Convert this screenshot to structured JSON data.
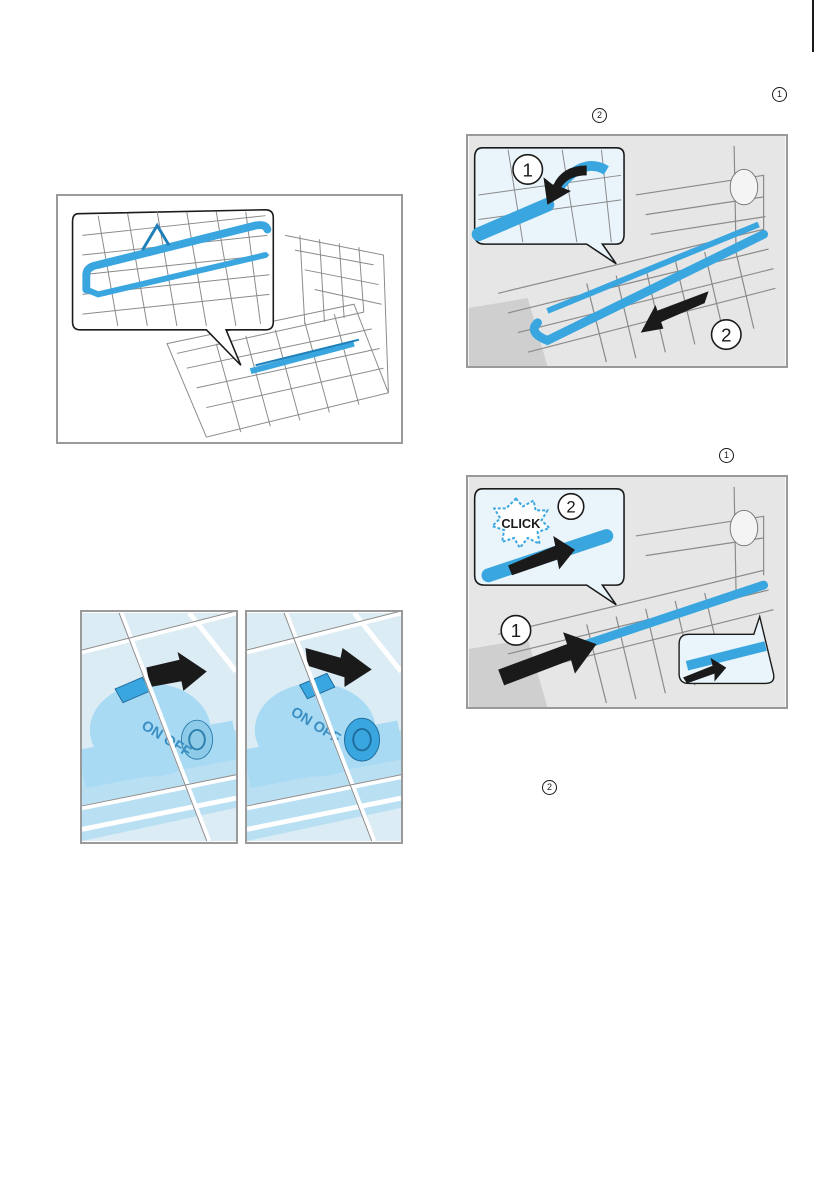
{
  "markers": {
    "m1": "1",
    "m2": "2",
    "m3": "1",
    "m4": "2"
  },
  "figures": {
    "remove": {
      "label1": "1",
      "label2": "2"
    },
    "insert": {
      "callout": "CLICK",
      "label1": "1",
      "label2": "2"
    },
    "switch": {
      "left_text": "ON OFF",
      "right_text": "ON OFF"
    }
  },
  "colors": {
    "part_blue": "#3aa6df",
    "part_light": "#a9daf4",
    "wire": "#7a7a7a",
    "frame": "#9a9a9a"
  }
}
